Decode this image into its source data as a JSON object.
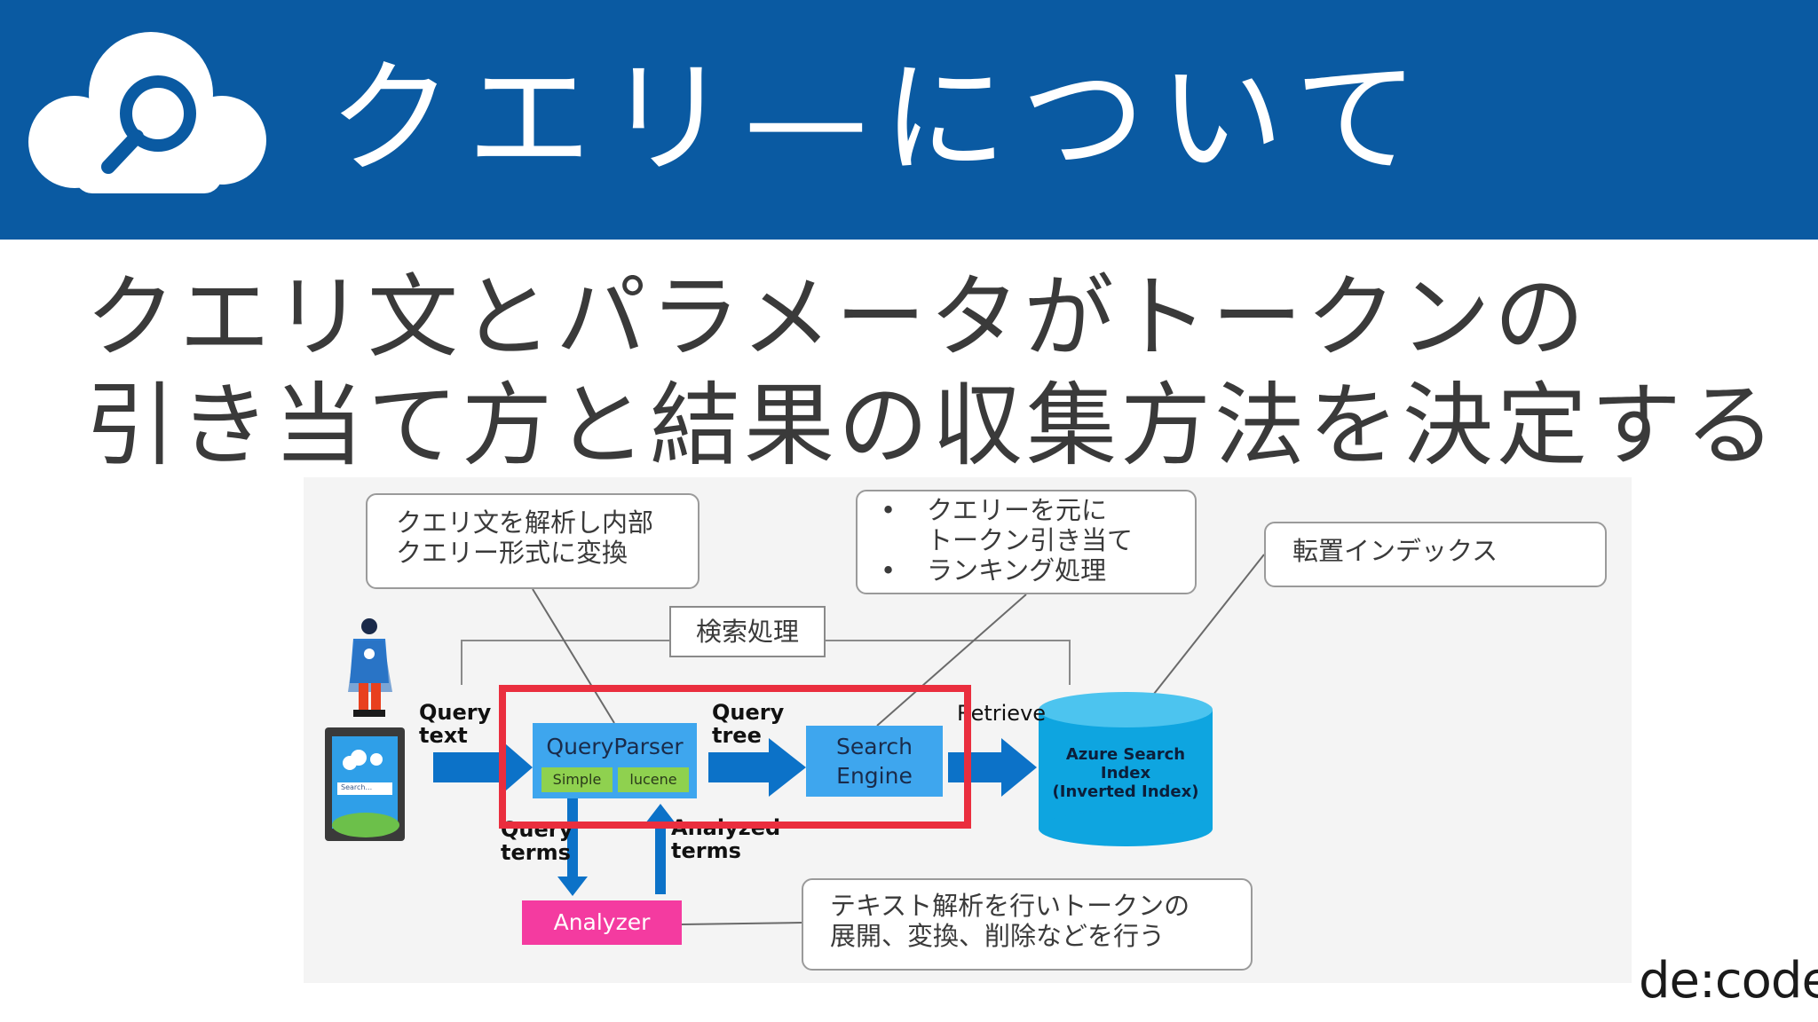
{
  "header": {
    "title": "クエリ—について"
  },
  "subtitle": {
    "line1": "クエリ文とパラメータがトークンの",
    "line2": "引き当て方と結果の収集方法を決定する"
  },
  "callouts": {
    "parse": {
      "line1": "クエリ文を解析し内部",
      "line2": "クエリー形式に変換"
    },
    "engine": {
      "bullet": "•",
      "item1_line1": "クエリーを元に",
      "item1_line2": "トークン引き当て",
      "item2": "ランキング処理"
    },
    "index": "転置インデックス",
    "analyzer": {
      "line1": "テキスト解析を行いトークンの",
      "line2": "展開、変換、削除などを行う"
    }
  },
  "search_process_label": "検索処理",
  "labels": {
    "query_text": "Query\ntext",
    "query_tree": "Query\ntree",
    "retrieve": "Retrieve",
    "query_terms": "Query\nterms",
    "analyzed_terms": "Analyzed\nterms"
  },
  "boxes": {
    "query_parser": {
      "title": "QueryParser",
      "simple": "Simple",
      "lucene": "lucene"
    },
    "search_engine": {
      "line1": "Search",
      "line2": "Engine"
    },
    "analyzer": "Analyzer",
    "azure_index": {
      "line1": "Azure Search",
      "line2": "Index",
      "line3": "(Inverted Index)"
    }
  },
  "device": {
    "search_placeholder": "Search..."
  },
  "brand": "de:code",
  "colors": {
    "header_bg": "#0a5aa2",
    "box_blue": "#3ea6ee",
    "arrow_blue": "#0c72c8",
    "pill_green": "#8fd14f",
    "analyzer_pink": "#f43ba0",
    "highlight_red": "#ea2e3e",
    "cylinder_cyan": "#0ea5e0"
  }
}
